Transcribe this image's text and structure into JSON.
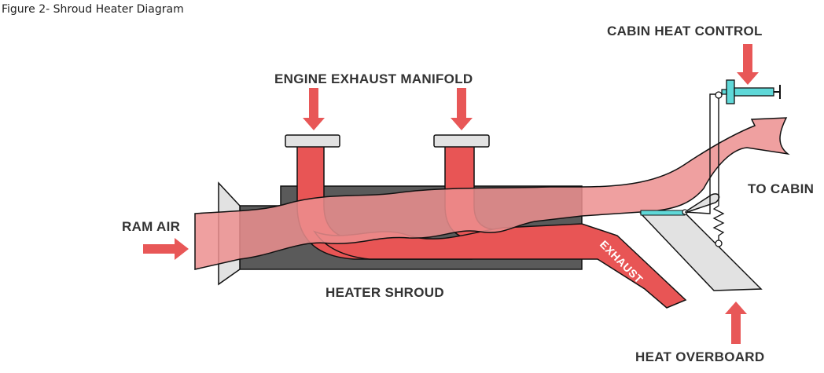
{
  "caption": "Figure 2- Shroud Heater Diagram",
  "labels": {
    "ram_air": "RAM AIR",
    "engine_exhaust_manifold": "ENGINE EXHAUST MANIFOLD",
    "cabin_heat_control": "CABIN HEAT CONTROL",
    "to_cabin": "TO CABIN",
    "heater_shroud": "HEATER SHROUD",
    "exhaust": "EXHAUST",
    "heat_overboard": "HEAT OVERBOARD"
  },
  "colors": {
    "exhaust_red": "#e85555",
    "arrow_red": "#e85757",
    "shroud_dark": "#5a5a5a",
    "air_pink": "#ec8f8f",
    "flange_gray": "#e2e2e2",
    "control_cyan": "#5fd8d8",
    "outline": "#111111"
  },
  "icons": [
    "down-arrow-icon",
    "up-arrow-icon",
    "right-arrow-icon"
  ]
}
